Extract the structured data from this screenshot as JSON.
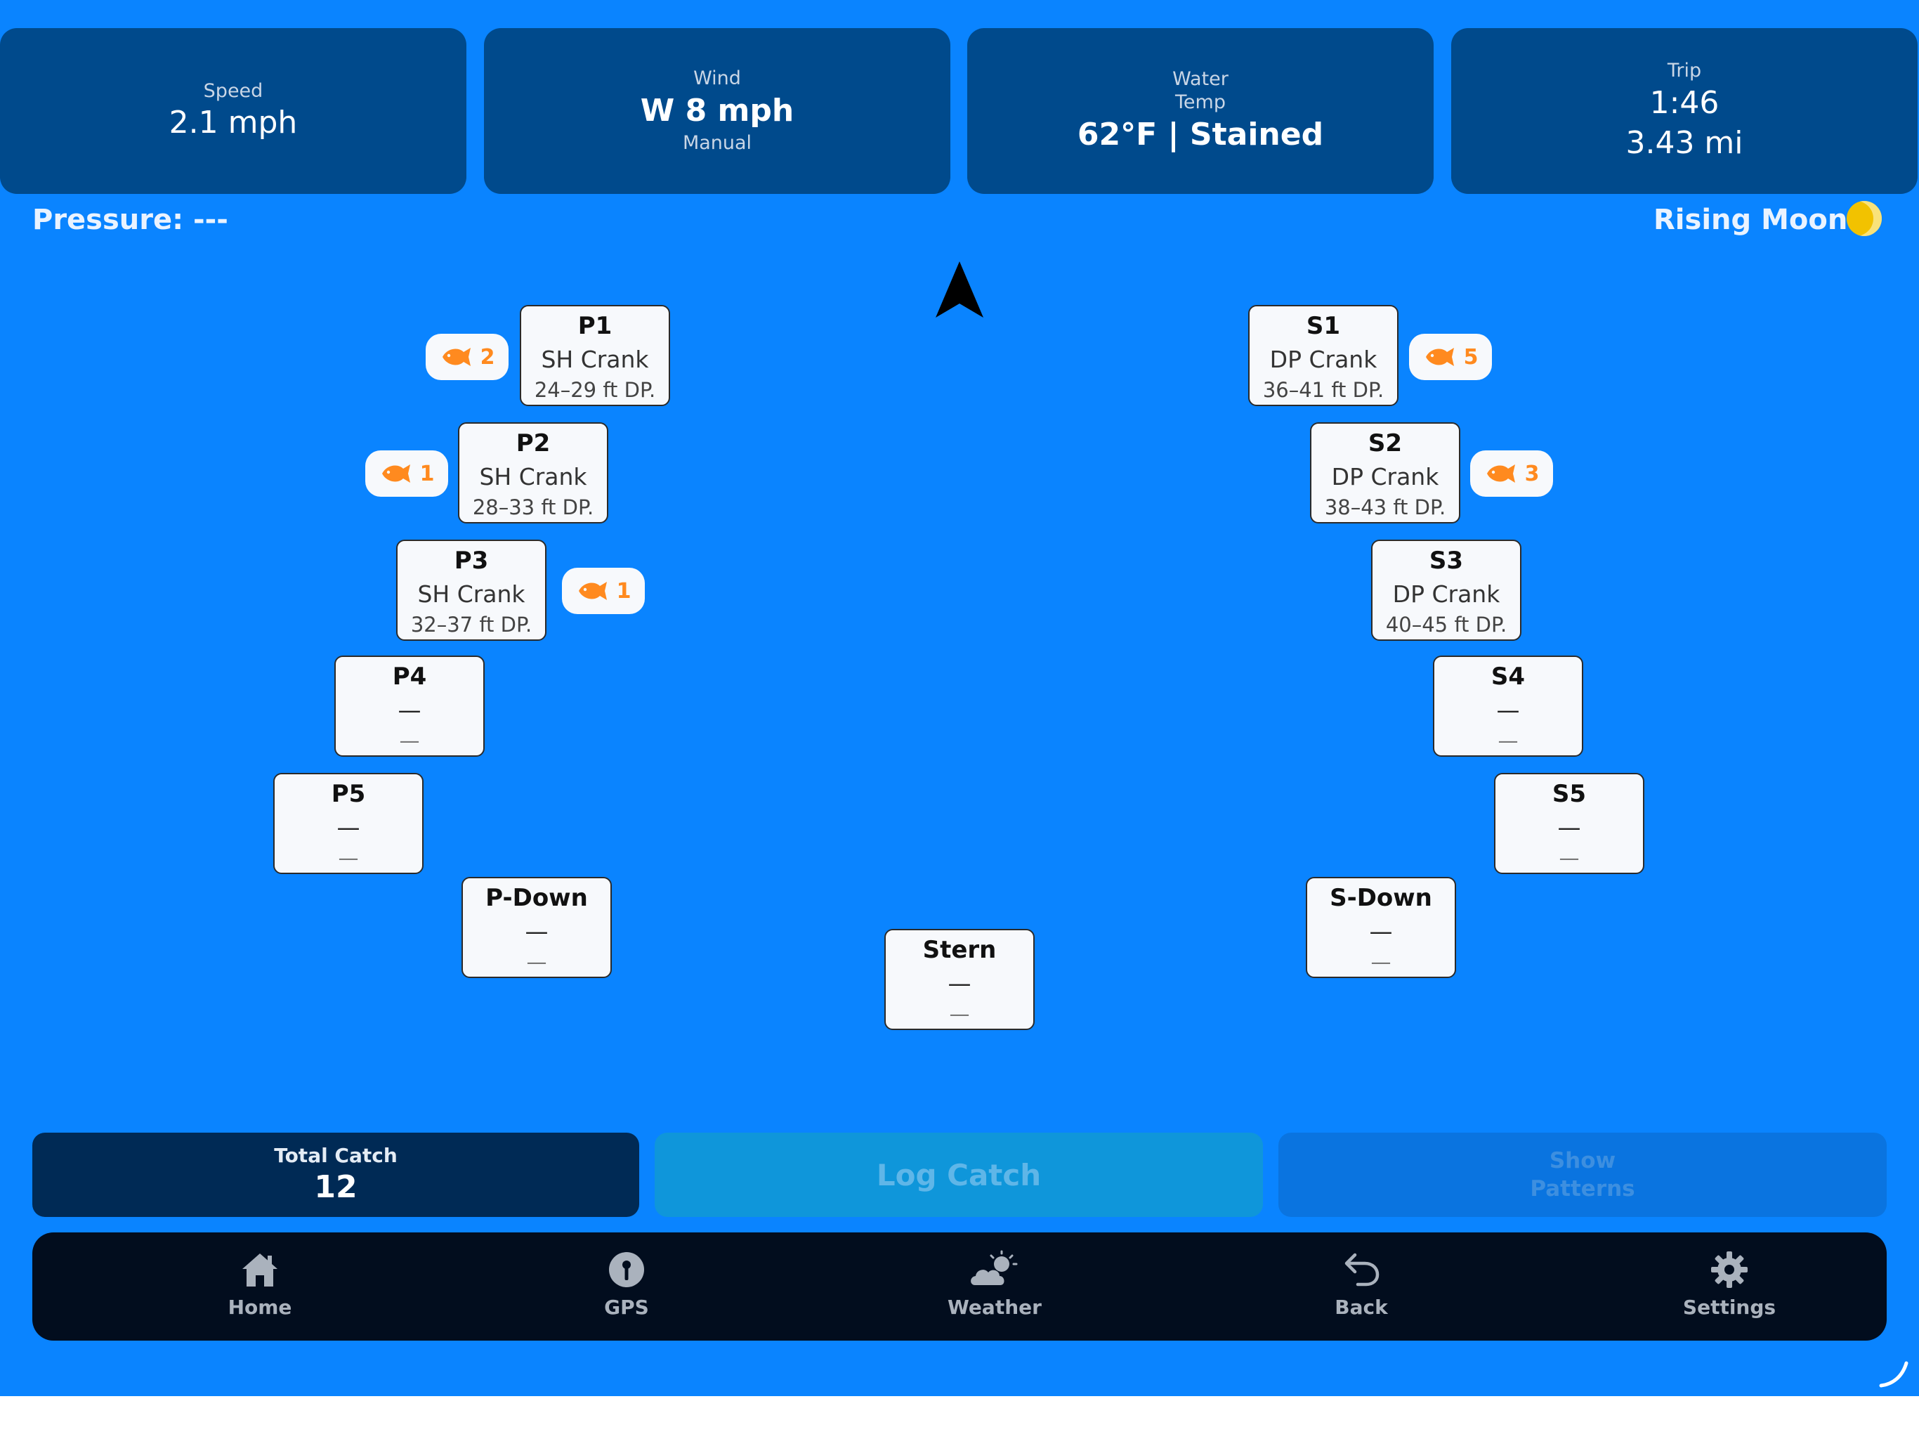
{
  "stats": {
    "speed": {
      "label": "Speed",
      "value": "2.1 mph"
    },
    "wind": {
      "label": "Wind",
      "value": "W 8 mph",
      "sub": "Manual"
    },
    "water": {
      "label_line1": "Water",
      "label_line2": "Temp",
      "value": "62°F | Stained"
    },
    "trip": {
      "label": "Trip",
      "time": "1:46",
      "distance": "3.43 mi"
    }
  },
  "info": {
    "pressure": "Pressure: ---",
    "moon": "Rising Moon:",
    "moon_icon": "moon-phase-icon"
  },
  "rods": {
    "p1": {
      "name": "P1",
      "lure": "SH Crank",
      "depth": "24–29 ft DP.",
      "catch": "2"
    },
    "p2": {
      "name": "P2",
      "lure": "SH Crank",
      "depth": "28–33 ft DP.",
      "catch": "1"
    },
    "p3": {
      "name": "P3",
      "lure": "SH Crank",
      "depth": "32–37 ft DP.",
      "catch": "1"
    },
    "p4": {
      "name": "P4",
      "lure": "—",
      "depth": "—"
    },
    "p5": {
      "name": "P5",
      "lure": "—",
      "depth": "—"
    },
    "pdown": {
      "name": "P-Down",
      "lure": "—",
      "depth": "—"
    },
    "stern": {
      "name": "Stern",
      "lure": "—",
      "depth": "—"
    },
    "s1": {
      "name": "S1",
      "lure": "DP Crank",
      "depth": "36–41 ft DP.",
      "catch": "5"
    },
    "s2": {
      "name": "S2",
      "lure": "DP Crank",
      "depth": "38–43 ft DP.",
      "catch": "3"
    },
    "s3": {
      "name": "S3",
      "lure": "DP Crank",
      "depth": "40–45 ft DP."
    },
    "s4": {
      "name": "S4",
      "lure": "—",
      "depth": "—"
    },
    "s5": {
      "name": "S5",
      "lure": "—",
      "depth": "—"
    },
    "sdown": {
      "name": "S-Down",
      "lure": "—",
      "depth": "—"
    }
  },
  "actions": {
    "total_catch_label": "Total Catch",
    "total_catch_value": "12",
    "log_catch": "Log Catch",
    "show_patterns_line1": "Show",
    "show_patterns_line2": "Patterns"
  },
  "tabs": {
    "home": "Home",
    "gps": "GPS",
    "weather": "Weather",
    "back": "Back",
    "settings": "Settings"
  },
  "colors": {
    "background": "#0a84ff",
    "card": "#004a8c",
    "fish": "#ff8a1f",
    "tabbar": "#020d1e"
  }
}
